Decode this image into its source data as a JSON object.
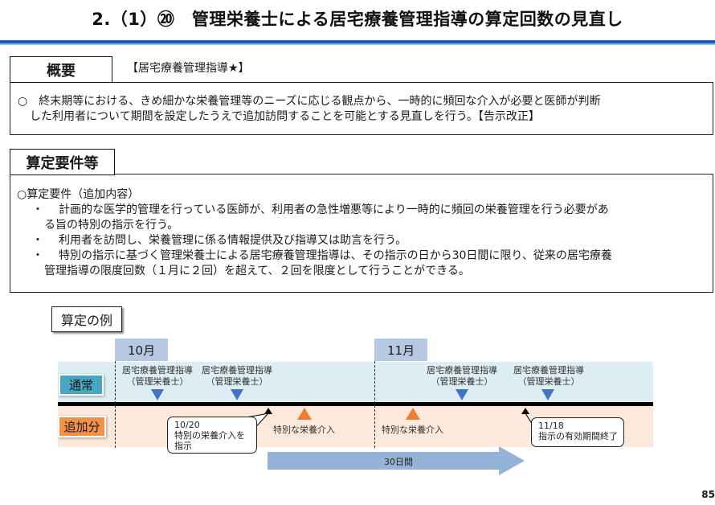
{
  "title": "2.（1）⑳　管理栄養士による居宅療養管理指導の算定回数の見直し",
  "overview": {
    "label": "概要",
    "service_tag": "【居宅療養管理指導★】",
    "lines": [
      "○　終末期等における、きめ細かな栄養管理等のニーズに応じる観点から、一時的に頻回な介入が必要と医師が判断",
      "した利用者について期間を設定したうえで追加訪問することを可能とする見直しを行う。【告示改正】"
    ]
  },
  "requirements": {
    "label": "算定要件等",
    "heading": "○算定要件（追加内容）",
    "items": [
      {
        "bullet": "・",
        "lines": [
          "　計画的な医学的管理を行っている医師が、利用者の急性増悪等により一時的に頻回の栄養管理を行う必要があ",
          "る旨の特別の指示を行う。"
        ]
      },
      {
        "bullet": "・",
        "lines": [
          "　利用者を訪問し、栄養管理に係る情報提供及び指導又は助言を行う。"
        ]
      },
      {
        "bullet": "・",
        "lines": [
          "　特別の指示に基づく管理栄養士による居宅療養管理指導は、その指示の日から30日間に限り、従来の居宅療養",
          "管理指導の限度回数（１月に２回）を超えて、２回を限度として行うことができる。"
        ]
      }
    ]
  },
  "example": {
    "label": "算定の例",
    "months": [
      "10月",
      "11月"
    ],
    "rows": {
      "normal": "通常",
      "extra": "追加分"
    },
    "normal_visits": [
      {
        "line1": "居宅療養管理指導",
        "line2": "（管理栄養士）"
      },
      {
        "line1": "居宅療養管理指導",
        "line2": "（管理栄養士）"
      },
      {
        "line1": "居宅療養管理指導",
        "line2": "（管理栄養士）"
      },
      {
        "line1": "居宅療養管理指導",
        "line2": "（管理栄養士）"
      }
    ],
    "special_interventions": [
      "特別な栄養介入",
      "特別な栄養介入"
    ],
    "callout_start": {
      "date": "10/20",
      "line1": "特別の栄養介入を",
      "line2": "指示"
    },
    "callout_end": {
      "date": "11/18",
      "line1": "指示の有効期間終了"
    },
    "period_label": "30日間",
    "colors": {
      "month_bg": "#b7c9e2",
      "normal_band": "#dcedf3",
      "extra_band": "#fde8dc",
      "normal_tag": "#47a6c2",
      "extra_tag": "#f39149",
      "visit_marker": "#4472c4",
      "special_marker": "#ed7d31",
      "period_arrow": "#95b3d7"
    }
  },
  "page_number": "85",
  "colors": {
    "title_rule": "#1f5fb0"
  }
}
